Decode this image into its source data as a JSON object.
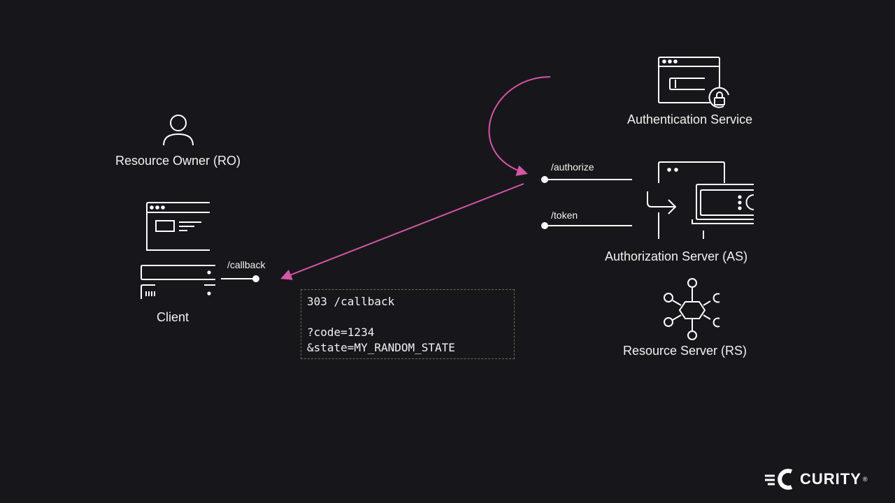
{
  "nodes": {
    "resource_owner": "Resource Owner (RO)",
    "client": "Client",
    "authentication_service": "Authentication Service",
    "authorization_server": "Authorization Server (AS)",
    "resource_server": "Resource Server (RS)"
  },
  "endpoints": {
    "callback": "/callback",
    "authorize": "/authorize",
    "token": "/token"
  },
  "response": {
    "line1": "303 /callback",
    "line2": "?code=1234",
    "line3": "&state=MY_RANDOM_STATE"
  },
  "colors": {
    "background": "#17171b",
    "arrow": "#d457a6",
    "stroke": "#ffffff"
  },
  "brand": {
    "name": "CURITY",
    "mark": "®"
  }
}
